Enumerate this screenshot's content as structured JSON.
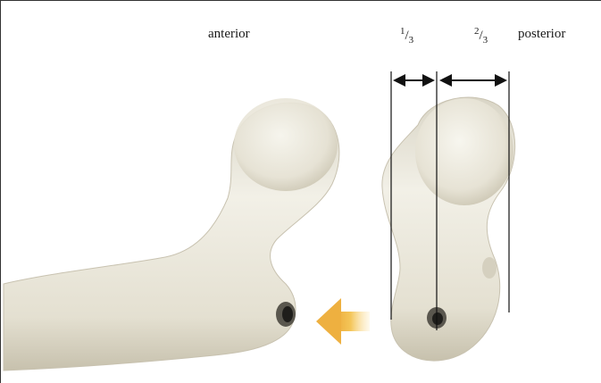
{
  "labels": {
    "anterior": "anterior",
    "posterior": "posterior",
    "fraction_left": {
      "num": "1",
      "sep": "/",
      "den": "3"
    },
    "fraction_right": {
      "num": "2",
      "sep": "/",
      "den": "3"
    }
  },
  "colors": {
    "bone": "#e9e6da",
    "bone_shadow": "#c9c4b3",
    "arrow_orange": "#f0b94a",
    "line": "#111111"
  }
}
